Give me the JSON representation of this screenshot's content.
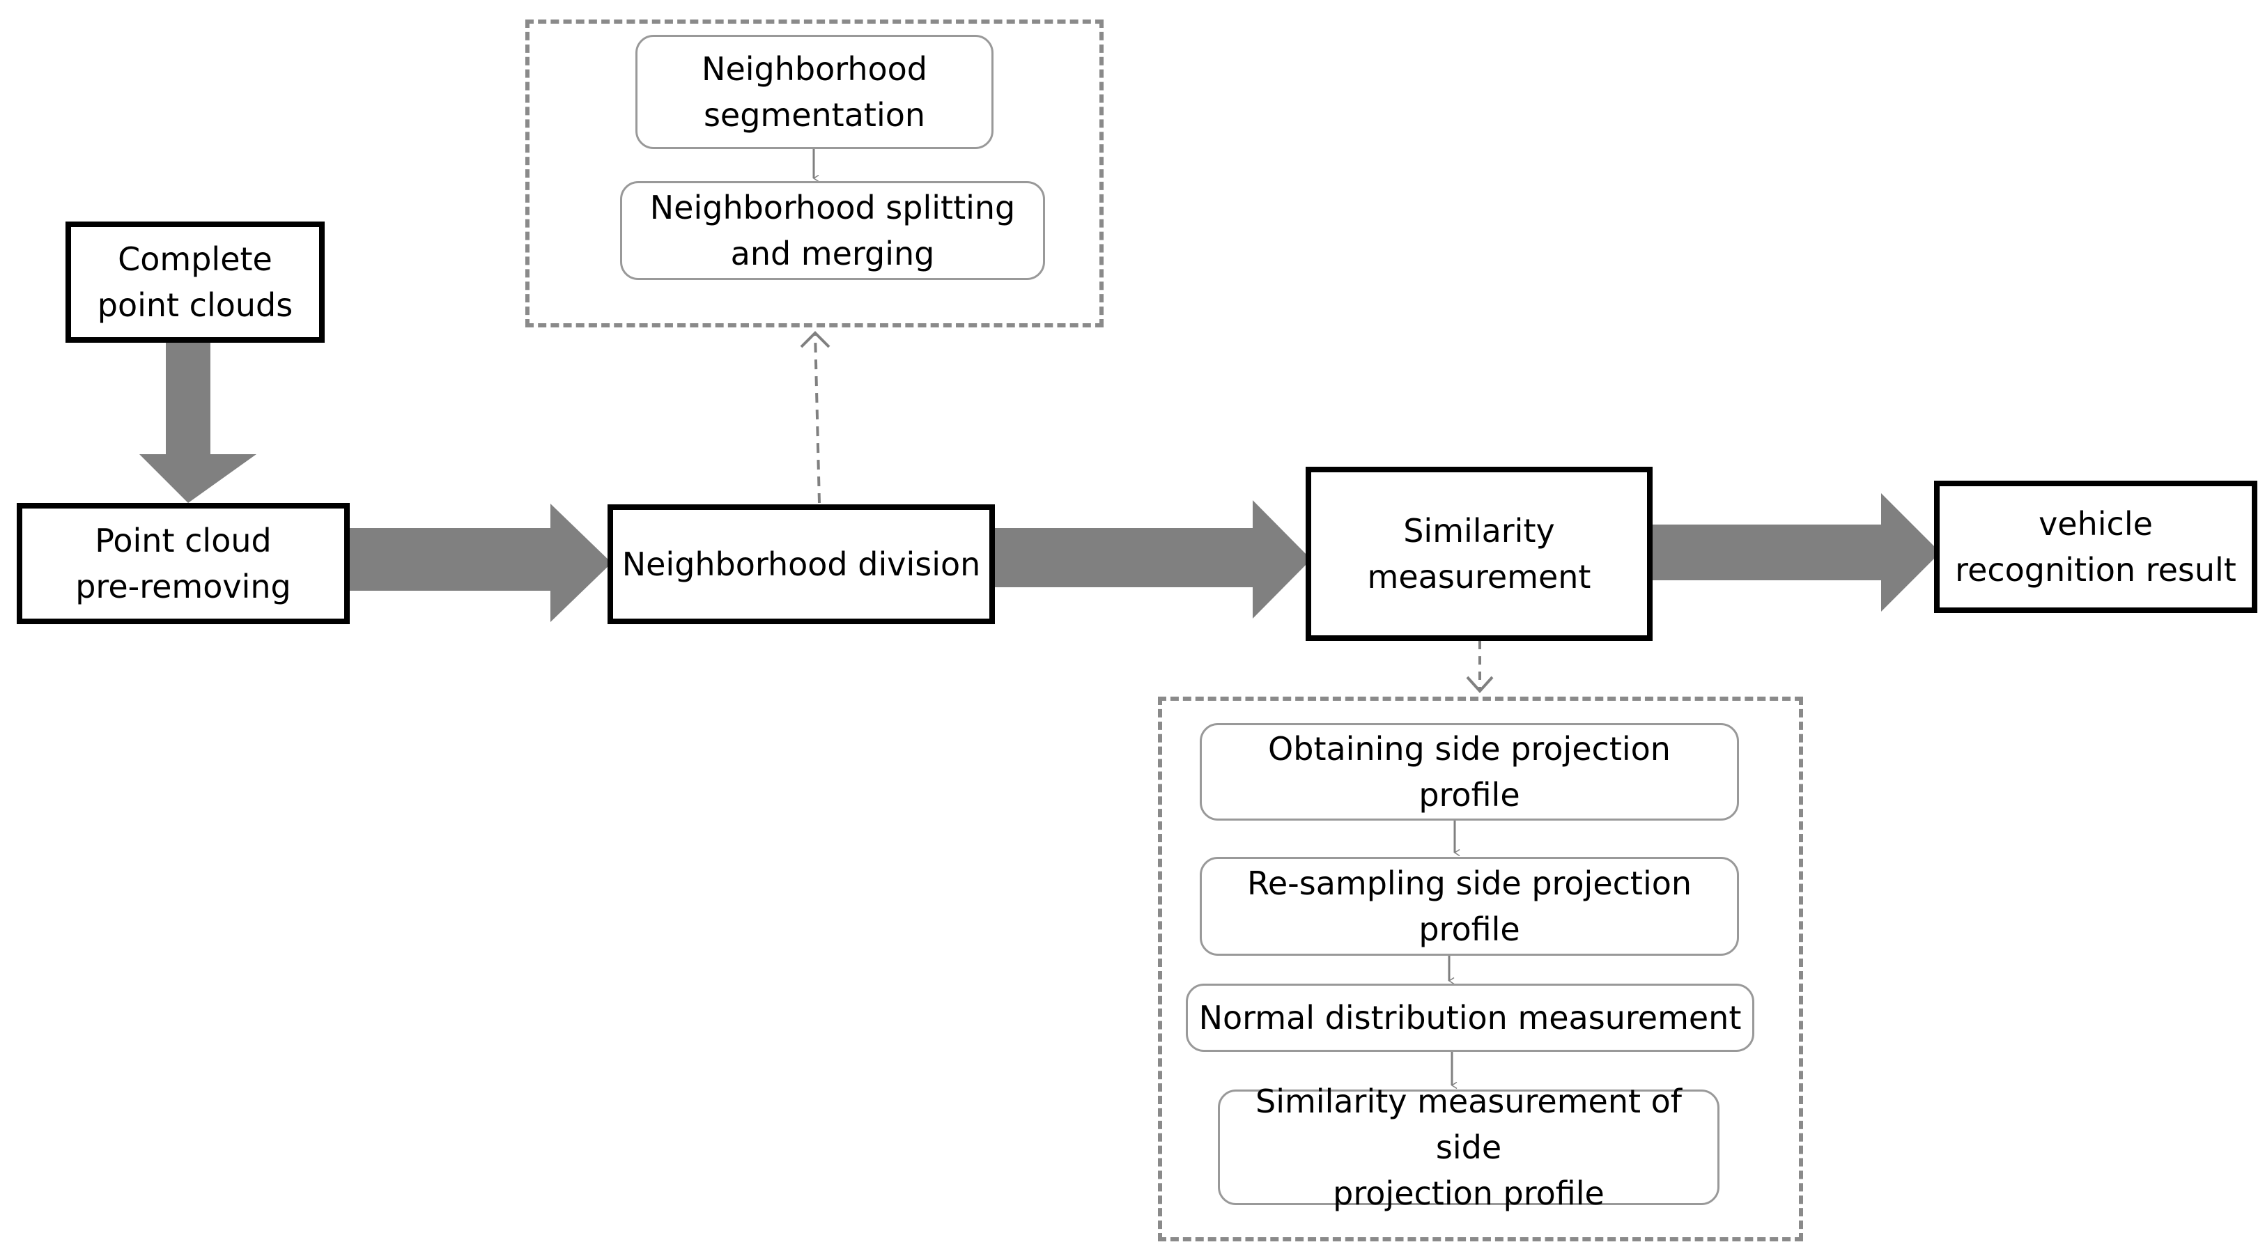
{
  "colors": {
    "flow_arrow": "#808080",
    "main_border": "#000000",
    "sub_border": "#999999",
    "dashed": "#8a8a8a",
    "connector": "#808080"
  },
  "nodes": {
    "complete_point_clouds": "Complete\npoint clouds",
    "point_cloud_pre_removing": "Point cloud\npre-removing",
    "neighborhood_division": "Neighborhood division",
    "similarity_measurement": "Similarity\nmeasurement",
    "vehicle_recognition_result": "vehicle\nrecognition result"
  },
  "division_group": {
    "steps": [
      "Neighborhood\nsegmentation",
      "Neighborhood splitting\nand merging"
    ]
  },
  "similarity_group": {
    "steps": [
      "Obtaining side projection\nprofile",
      "Re-sampling side projection\nprofile",
      "Normal distribution measurement",
      "Similarity measurement of side\nprojection profile"
    ]
  }
}
